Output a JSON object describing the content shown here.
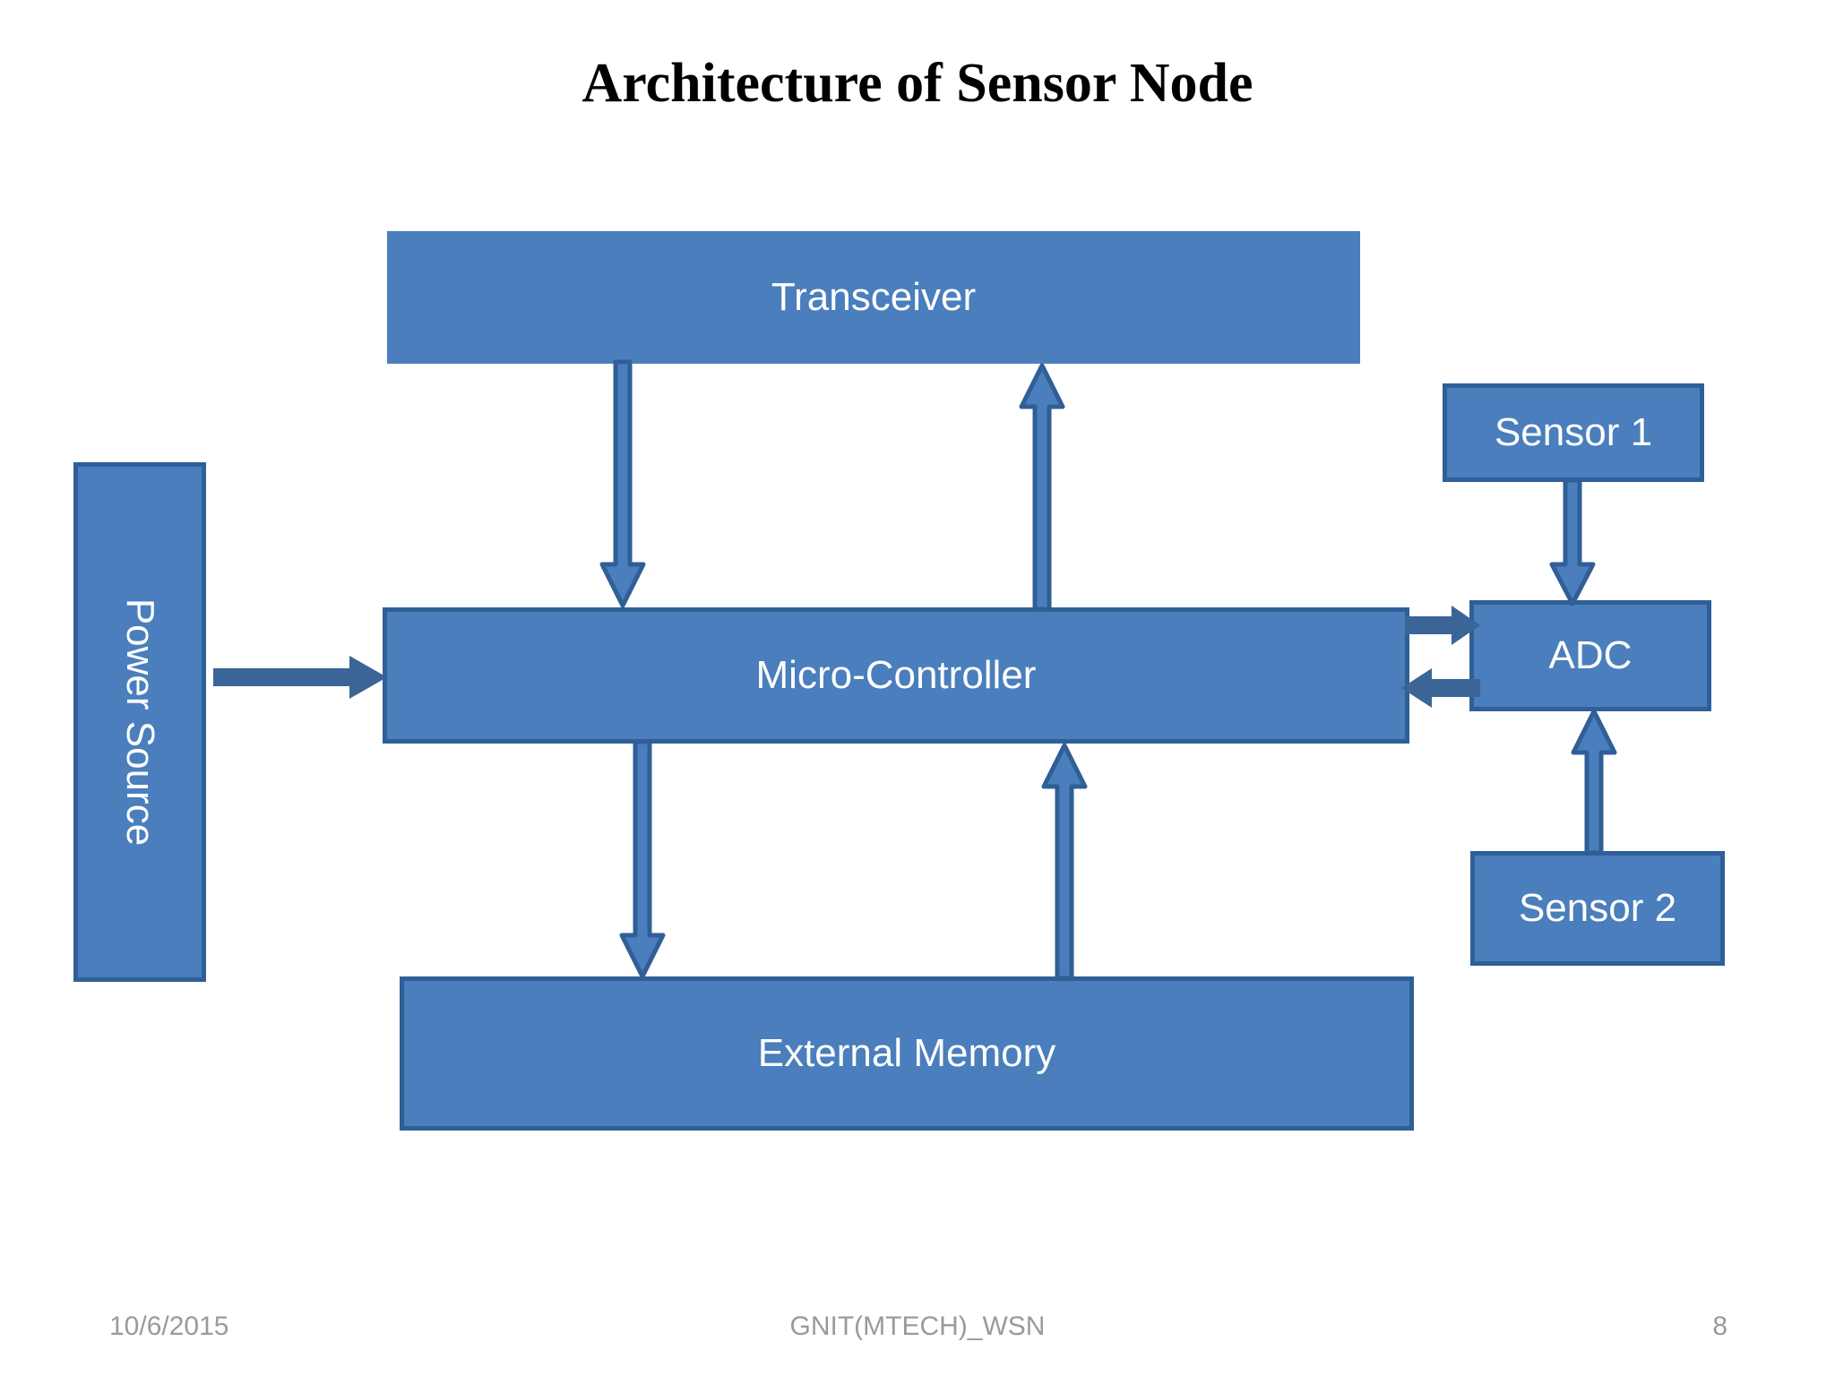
{
  "slide": {
    "title": "Architecture of Sensor Node",
    "background_color": "#ffffff"
  },
  "theme": {
    "box_fill": "#4a7ebc",
    "box_border": "#2f5f96",
    "arrow_fill": "#4a7ebc",
    "arrow_stroke": "#2f5f96",
    "solid_arrow_color": "#3a6596",
    "title_color": "#000000",
    "box_text_color": "#ffffff",
    "footer_color": "#9a9a9a"
  },
  "diagram": {
    "nodes": [
      {
        "id": "transceiver",
        "label": "Transceiver"
      },
      {
        "id": "micro_controller",
        "label": "Micro-Controller"
      },
      {
        "id": "external_memory",
        "label": "External Memory"
      },
      {
        "id": "power_source",
        "label": "Power Source"
      },
      {
        "id": "sensor1",
        "label": "Sensor 1"
      },
      {
        "id": "adc",
        "label": "ADC"
      },
      {
        "id": "sensor2",
        "label": "Sensor 2"
      }
    ],
    "edges": [
      {
        "from": "transceiver",
        "to": "micro_controller",
        "direction": "down",
        "style": "block"
      },
      {
        "from": "micro_controller",
        "to": "transceiver",
        "direction": "up",
        "style": "block"
      },
      {
        "from": "micro_controller",
        "to": "external_memory",
        "direction": "down",
        "style": "block"
      },
      {
        "from": "external_memory",
        "to": "micro_controller",
        "direction": "up",
        "style": "block"
      },
      {
        "from": "power_source",
        "to": "micro_controller",
        "direction": "right",
        "style": "solid"
      },
      {
        "from": "micro_controller",
        "to": "adc",
        "direction": "right",
        "style": "solid"
      },
      {
        "from": "adc",
        "to": "micro_controller",
        "direction": "left",
        "style": "solid"
      },
      {
        "from": "sensor1",
        "to": "adc",
        "direction": "down",
        "style": "block"
      },
      {
        "from": "sensor2",
        "to": "adc",
        "direction": "up",
        "style": "block"
      }
    ]
  },
  "footer": {
    "date": "10/6/2015",
    "center": "GNIT(MTECH)_WSN",
    "page_number": "8"
  }
}
